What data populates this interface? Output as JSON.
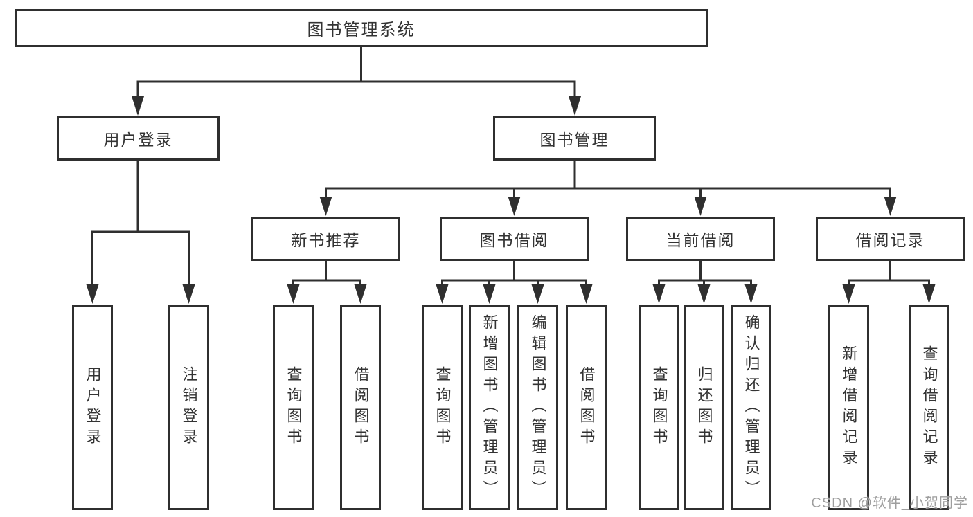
{
  "page": {
    "watermark": "CSDN @软件_小贺同学"
  },
  "colors": {
    "line": "#2f2f2f",
    "box_border": "#2f2f2f",
    "text": "#333333",
    "watermark": "#9e9e9e",
    "background": "#ffffff"
  },
  "chart_data": {
    "type": "tree-diagram",
    "title": "图书管理系统",
    "hierarchy": {
      "图书管理系统": {
        "用户登录": [
          "用户登录",
          "注销登录"
        ],
        "图书管理": {
          "新书推荐": [
            "查询图书",
            "借阅图书"
          ],
          "图书借阅": [
            "查询图书",
            "新增图书（管理员）",
            "编辑图书（管理员）",
            "借阅图书"
          ],
          "当前借阅": [
            "查询图书",
            "归还图书",
            "确认归还（管理员）"
          ],
          "借阅记录": [
            "新增借阅记录",
            "查询借阅记录"
          ]
        }
      }
    }
  },
  "nodes": {
    "root": {
      "label": "图书管理系统"
    },
    "level2": [
      {
        "label": "用户登录"
      },
      {
        "label": "图书管理"
      }
    ],
    "level3": [
      {
        "label": "新书推荐"
      },
      {
        "label": "图书借阅"
      },
      {
        "label": "当前借阅"
      },
      {
        "label": "借阅记录"
      }
    ],
    "leaves": [
      {
        "label": "用户登录"
      },
      {
        "label": "注销登录"
      },
      {
        "label": "查询图书"
      },
      {
        "label": "借阅图书"
      },
      {
        "label": "查询图书"
      },
      {
        "label": "新增图书（管理员）"
      },
      {
        "label": "编辑图书（管理员）"
      },
      {
        "label": "借阅图书"
      },
      {
        "label": "查询图书"
      },
      {
        "label": "归还图书"
      },
      {
        "label": "确认归还（管理员）"
      },
      {
        "label": "新增借阅记录"
      },
      {
        "label": "查询借阅记录"
      }
    ]
  }
}
